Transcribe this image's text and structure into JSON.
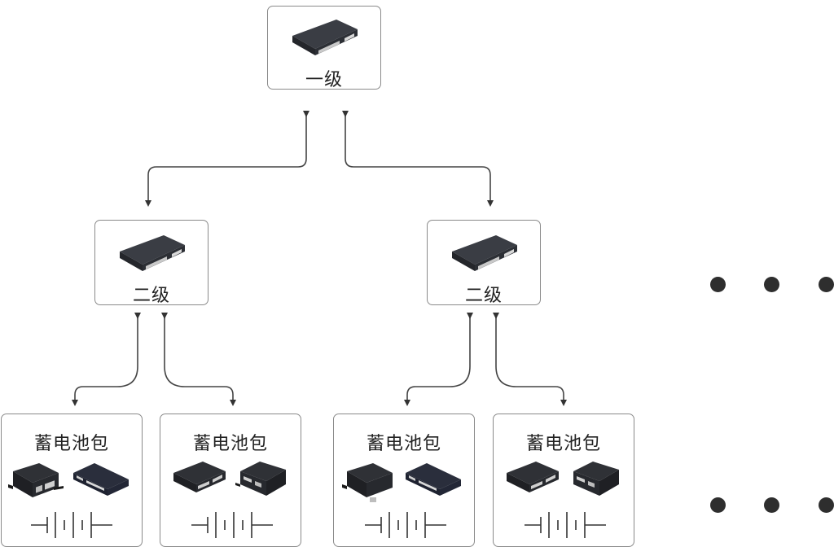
{
  "diagram": {
    "root": {
      "label": "一级",
      "device": "controller-device"
    },
    "level2": [
      {
        "label": "二级",
        "device": "controller-device"
      },
      {
        "label": "二级",
        "device": "controller-device"
      }
    ],
    "packs": [
      {
        "label": "蓄电池包",
        "devices": [
          "battery-module-connectors",
          "battery-module-flat"
        ],
        "symbol": "battery-symbol"
      },
      {
        "label": "蓄电池包",
        "devices": [
          "battery-module-wide",
          "battery-module-connectors"
        ],
        "symbol": "battery-symbol"
      },
      {
        "label": "蓄电池包",
        "devices": [
          "battery-module-connectors",
          "battery-module-flat"
        ],
        "symbol": "battery-symbol"
      },
      {
        "label": "蓄电池包",
        "devices": [
          "battery-module-wide",
          "battery-module-connectors"
        ],
        "symbol": "battery-symbol"
      }
    ],
    "continuation": [
      "ellipsis-level2",
      "ellipsis-packs"
    ],
    "link_color": "#333333",
    "dot_color": "#2e2e2e",
    "border_color": "#8a8a8a"
  }
}
